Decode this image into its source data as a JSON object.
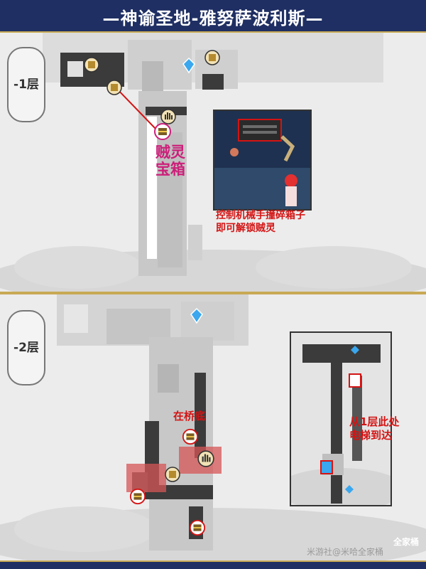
{
  "title": "—神谕圣地-雅努萨波利斯—",
  "floors": [
    {
      "label": "-1层",
      "chest_label_1": "贼灵",
      "chest_label_2": "宝箱",
      "note_1": "控制机械手撞碎箱子",
      "note_2": "即可解锁贼灵"
    },
    {
      "label": "-2层",
      "bridge_note": "在桥底",
      "elevator_note_1": "从1层此处",
      "elevator_note_2": "电梯到达"
    }
  ],
  "watermark": "米游社@米哈全家桶",
  "logo_text": "全家桶",
  "colors": {
    "header": "#1f2f63",
    "gold": "#c8a955",
    "red": "#d41414",
    "pink": "#cc1f7a",
    "blue": "#3aa7ee"
  },
  "icons": [
    "puzzle-icon",
    "teleport-icon",
    "hand-icon",
    "chest-icon",
    "elevator-icon"
  ]
}
